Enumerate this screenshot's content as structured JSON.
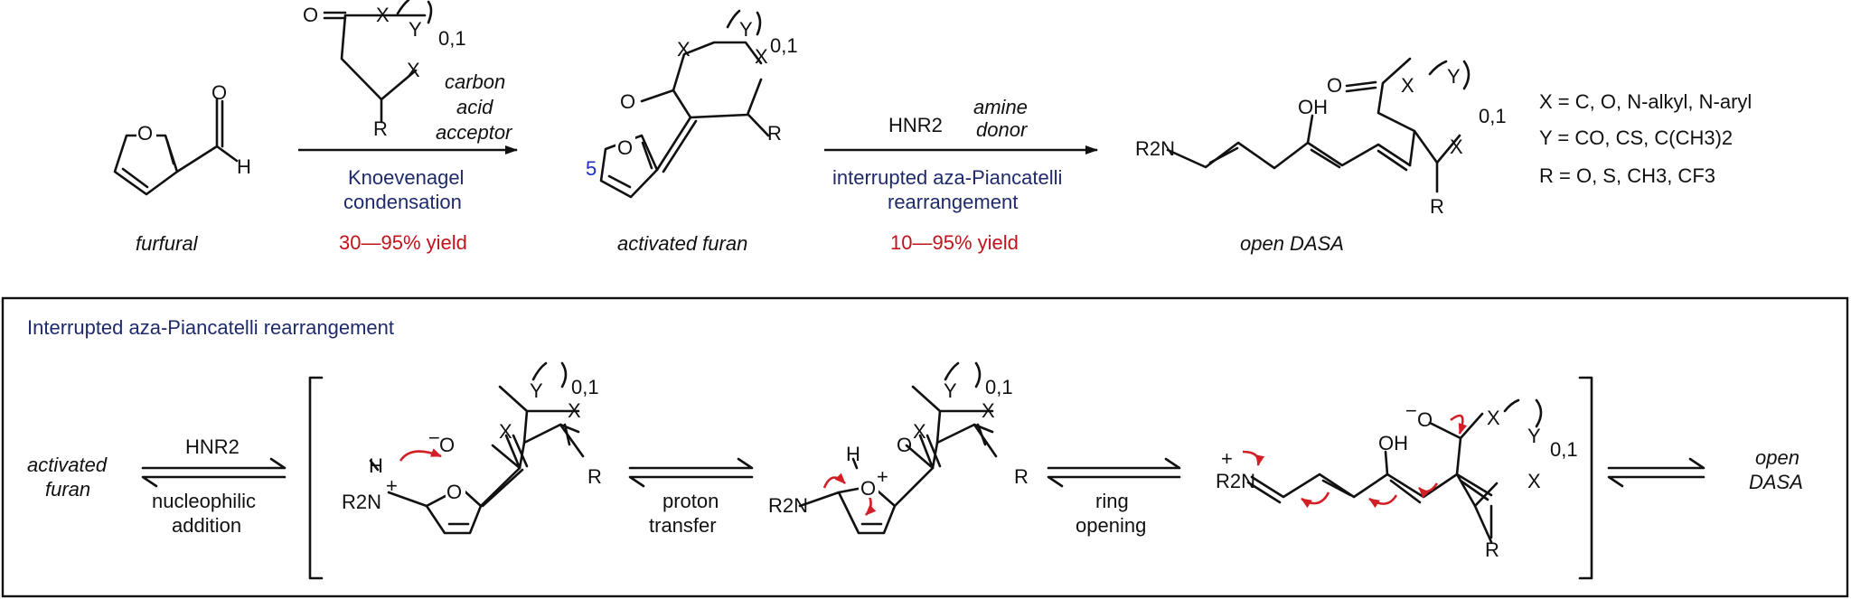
{
  "top": {
    "furfural_label": "furfural",
    "reagent1": {
      "carbon_line1": "carbon",
      "carbon_line2": "acid",
      "carbon_line3": "acceptor"
    },
    "condition1_line1": "Knoevenagel",
    "condition1_line2": "condensation",
    "yield1": "30—95% yield",
    "activated_label": "activated furan",
    "position_label": "5",
    "reagent2": "HNR2",
    "amine_line1": "amine",
    "amine_line2": "donor",
    "condition2_line1": "interrupted aza-Piancatelli",
    "condition2_line2": "rearrangement",
    "yield2": "10—95% yield",
    "open_label": "open DASA",
    "legend": {
      "x_def": "X = C, O, N-alkyl, N-aryl",
      "y_def": "Y = CO, CS, C(CH3)2",
      "r_def": "R = O, S, CH3, CF3"
    }
  },
  "mechanism": {
    "title": "Interrupted aza-Piancatelli rearrangement",
    "start_line1": "activated",
    "start_line2": "furan",
    "step1_top": "HNR2",
    "step1_line1": "nucleophilic",
    "step1_line2": "addition",
    "step2_line1": "proton",
    "step2_line2": "transfer",
    "step3_line1": "ring",
    "step3_line2": "opening",
    "end_line1": "open",
    "end_line2": "DASA"
  },
  "atoms": {
    "O": "O",
    "H": "H",
    "OH": "OH",
    "X": "X",
    "Y": "Y",
    "R": "R",
    "sub01": "0,1",
    "R2N": "R2N",
    "minus": "−",
    "plus": "+"
  },
  "colors": {
    "navy": "#1f2a6b",
    "red": "#c0131b",
    "arrow_red": "#d21f26",
    "ink": "#111111"
  }
}
